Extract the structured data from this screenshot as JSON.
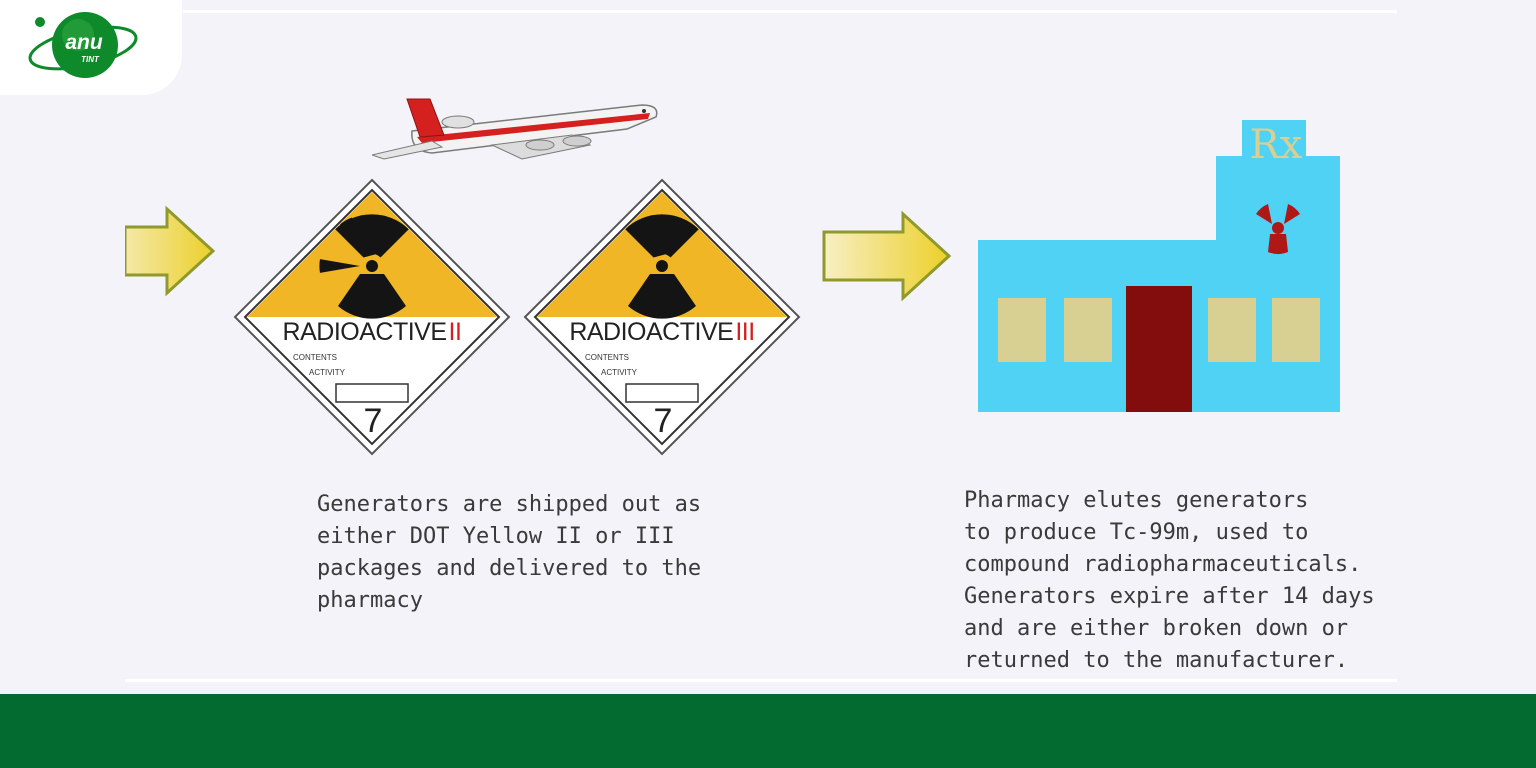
{
  "logo": {
    "text": "anu",
    "subtext": "TINT"
  },
  "placards": [
    {
      "label": "RADIOACTIVE",
      "class_numeral": "II",
      "contents_label": "CONTENTS",
      "activity_label": "ACTIVITY",
      "hazard_class": "7"
    },
    {
      "label": "RADIOACTIVE",
      "class_numeral": "III",
      "contents_label": "CONTENTS",
      "activity_label": "ACTIVITY",
      "hazard_class": "7"
    }
  ],
  "pharmacy": {
    "sign": "Rx"
  },
  "captions": {
    "shipping": "Generators are shipped out as\neither DOT Yellow II or III\npackages and delivered to the\npharmacy",
    "pharmacy": "Pharmacy elutes generators\nto produce Tc-99m, used to\ncompound radiopharmaceuticals.\nGenerators expire after 14 days\nand are either broken down or\nreturned to the manufacturer."
  },
  "colors": {
    "placard_yellow": "#f0b625",
    "arrow_yellow": "#eed22a",
    "building_blue": "#4fd2f4",
    "window_tan": "#d8cf93",
    "door_maroon": "#830c0c",
    "trefoil_red": "#b01818",
    "footer_green": "#046b30",
    "logo_green": "#0f8a2a"
  }
}
